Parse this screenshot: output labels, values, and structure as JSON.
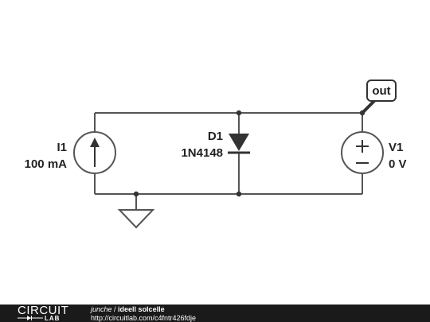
{
  "components": {
    "current_source": {
      "name": "I1",
      "value": "100 mA"
    },
    "diode": {
      "name": "D1",
      "model": "1N4148"
    },
    "voltage_source": {
      "name": "V1",
      "value": "0 V"
    }
  },
  "net_tag": {
    "label": "out"
  },
  "footer": {
    "logo_top": "CIRCUIT",
    "logo_bottom": "LAB",
    "author": "junche",
    "separator": " / ",
    "title": "ideell solcelle",
    "url": "http://circuitlab.com/c4fntr426fdje"
  },
  "colors": {
    "wire": "#555555",
    "component_fill": "#333333",
    "footer_bg": "#1a1a1a",
    "footer_text": "#ffffff"
  }
}
